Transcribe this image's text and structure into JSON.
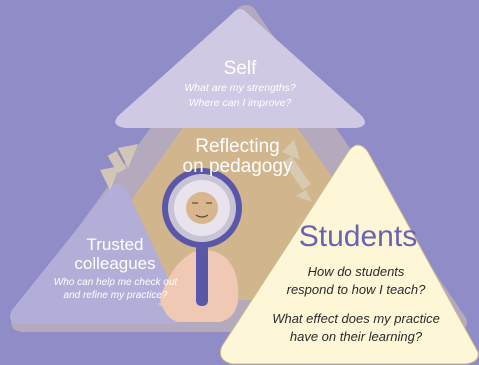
{
  "self": {
    "title": "Self",
    "questions": [
      "What are my strengths?",
      "Where can I improve?"
    ]
  },
  "center": {
    "title_lines": [
      "Reflecting",
      "on pedagogy"
    ]
  },
  "trusted": {
    "title_lines": [
      "Trusted",
      "colleagues"
    ],
    "question_lines": [
      "Who can help me check out",
      "and refine my practice?"
    ]
  },
  "students": {
    "title": "Students",
    "question1_lines": [
      "How do students",
      "respond to how I teach?"
    ],
    "question2_lines": [
      "What effect does my practice",
      "have on their learning?"
    ]
  },
  "colors": {
    "background": "#8f8cc8",
    "outer_triangle": "#b4a9bd",
    "inner_panel": "#d3b58a",
    "students_fill": "#fdf7d8",
    "accent_purple": "#6a62b3",
    "magnifier_handle": "#5a57a8"
  },
  "icons": [
    "double-arrow-icon",
    "magnifying-glass-icon",
    "face-icon",
    "hand-icon"
  ]
}
